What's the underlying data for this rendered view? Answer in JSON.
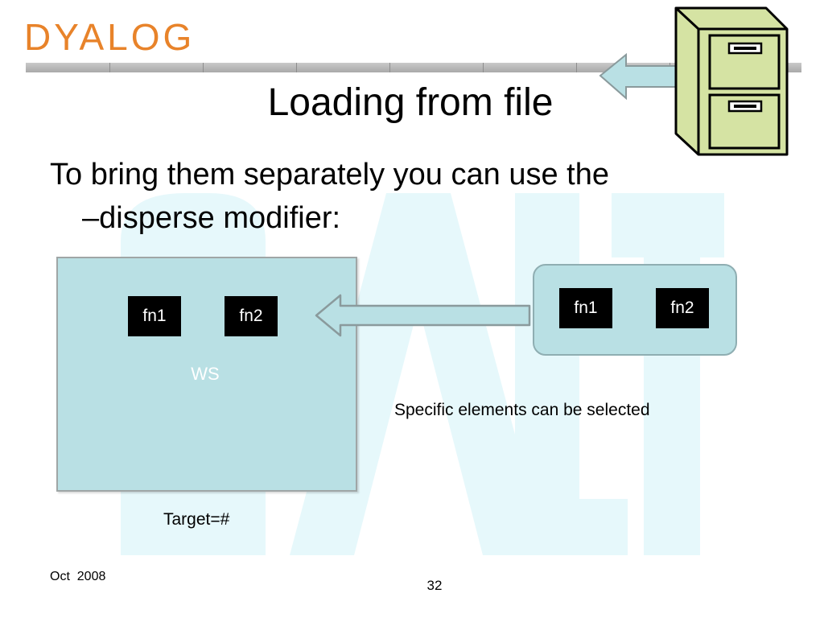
{
  "header": {
    "logo_text": "DYALOG",
    "title": "Loading from file"
  },
  "body": {
    "line1": "To bring them separately you can use the",
    "line2": "–disperse modifier:"
  },
  "workspace": {
    "label": "WS",
    "fn1": "fn1",
    "fn2": "fn2"
  },
  "source": {
    "fn1": "fn1",
    "fn2": "fn2"
  },
  "note": "Specific elements can be selected",
  "target_label": "Target=#",
  "footer": {
    "date": "Oct  2008",
    "page_number": "32"
  },
  "colors": {
    "brand_orange": "#e8832a",
    "box_fill": "#b9e0e4",
    "watermark": "#e6f8fb",
    "cabinet_fill": "#d5e3a3"
  },
  "icons": {
    "cabinet": "file-cabinet-icon",
    "arrow": "left-arrow-icon"
  }
}
